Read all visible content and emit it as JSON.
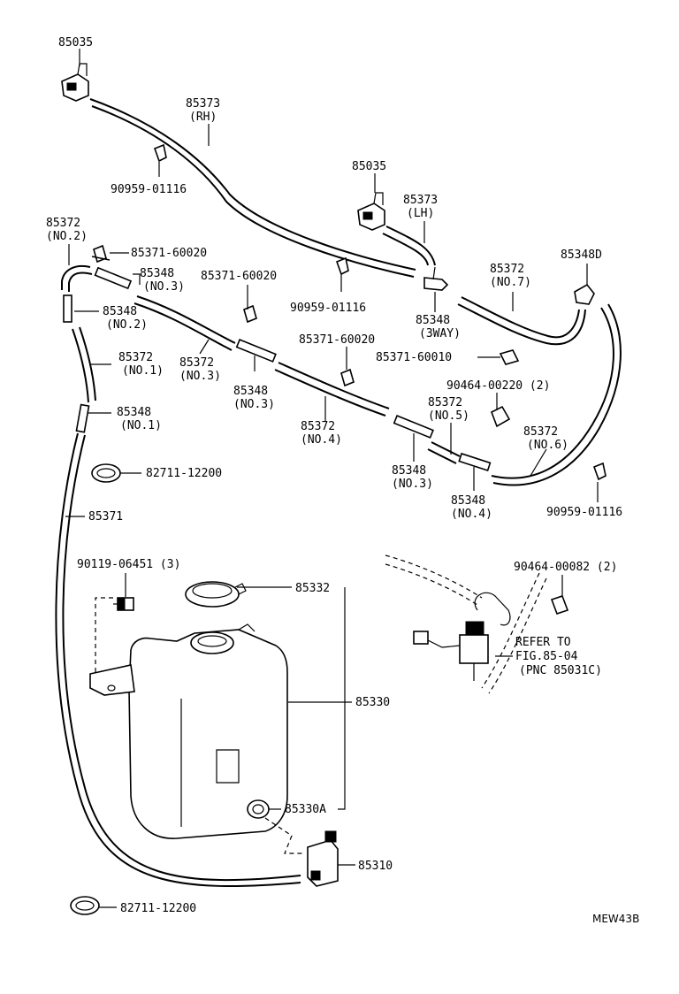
{
  "diagram_code": "MEW43B",
  "labels": {
    "nozzle_rh": "85035",
    "hose_rh_num": "85373",
    "hose_rh_sub": "(RH)",
    "clip_9095_a": "90959-01116",
    "nozzle_lh": "85035",
    "hose_lh_num": "85373",
    "hose_lh_sub": "(LH)",
    "hose_no2_num": "85372",
    "hose_no2_sub": "(NO.2)",
    "clamp_60020_a": "85371-60020",
    "joint_no3_a_num": "85348",
    "joint_no3_a_sub": "(NO.3)",
    "clamp_60020_b": "85371-60020",
    "clip_9095_b": "90959-01116",
    "joint_3way_num": "85348",
    "joint_3way_sub": "(3WAY)",
    "hose_no7_num": "85372",
    "hose_no7_sub": "(NO.7)",
    "joint_d": "85348D",
    "joint_no2_num": "85348",
    "joint_no2_sub": "(NO.2)",
    "hose_no1_num": "85372",
    "hose_no1_sub": "(NO.1)",
    "hose_no3_num": "85372",
    "hose_no3_sub": "(NO.3)",
    "clamp_60020_c": "85371-60020",
    "clamp_60010": "85371-60010",
    "joint_no3_b_num": "85348",
    "joint_no3_b_sub": "(NO.3)",
    "clip_90464_220": "90464-00220 (2)",
    "hose_no5_num": "85372",
    "hose_no5_sub": "(NO.5)",
    "joint_no1_num": "85348",
    "joint_no1_sub": "(NO.1)",
    "hose_no4_num": "85372",
    "hose_no4_sub": "(NO.4)",
    "hose_no6_num": "85372",
    "hose_no6_sub": "(NO.6)",
    "clamp_82711_a": "82711-12200",
    "joint_no3_c_num": "85348",
    "joint_no3_c_sub": "(NO.3)",
    "joint_no4_num": "85348",
    "joint_no4_sub": "(NO.4)",
    "clip_9095_c": "90959-01116",
    "hose_main": "85371",
    "bolt": "90119-06451 (3)",
    "cap": "85332",
    "clip_90464_82": "90464-00082 (2)",
    "refer_1": "REFER TO",
    "refer_2": "FIG.85-04",
    "refer_3": "(PNC 85031C)",
    "tank": "85330",
    "grommet": "85330A",
    "pump": "85310",
    "clamp_82711_b": "82711-12200"
  }
}
